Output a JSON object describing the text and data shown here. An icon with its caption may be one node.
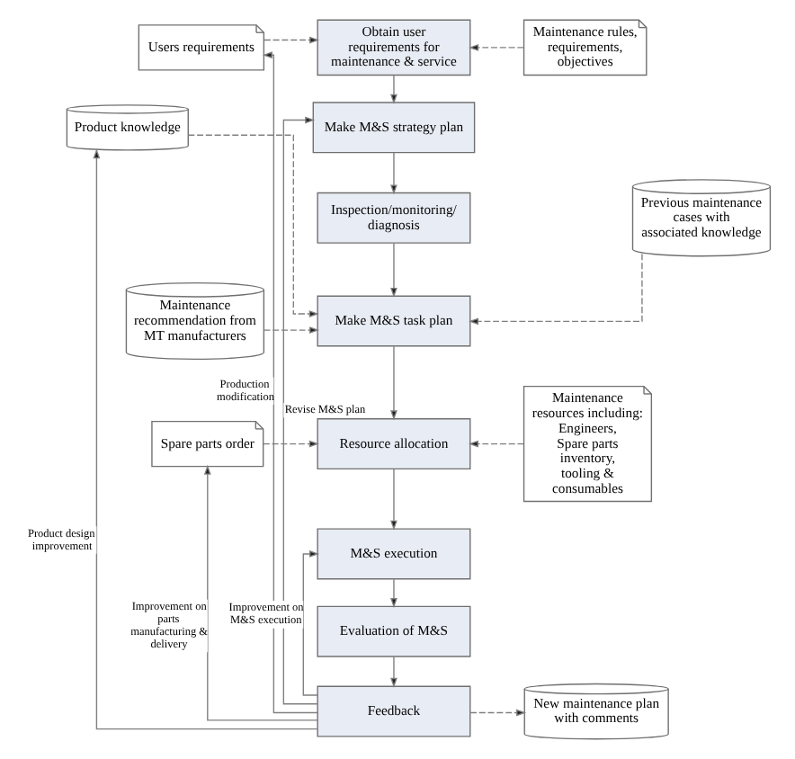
{
  "diagram": {
    "nodes": [
      {
        "text": [
          "Users requirements"
        ]
      },
      {
        "text": [
          "Obtain user requirements for maintenance & service"
        ]
      },
      {
        "text": [
          "Maintenance rules, requirements, objectives"
        ]
      },
      {
        "text": [
          "Product knowledge"
        ]
      },
      {
        "text": [
          "Make M&S strategy plan"
        ]
      },
      {
        "text": [
          "Inspection/monitoring/ diagnosis"
        ]
      },
      {
        "text": [
          "Previous maintenance cases with associated knowledge"
        ]
      },
      {
        "text": [
          "Maintenance recommendation from MT manufacturers"
        ]
      },
      {
        "text": [
          "Make M&S task plan"
        ]
      },
      {
        "text": [
          "Spare parts order"
        ]
      },
      {
        "text": [
          "Resource allocation"
        ]
      },
      {
        "text": [
          "Maintenance resources including:",
          "Engineers,",
          "Spare parts inventory,",
          "tooling & consumables"
        ]
      },
      {
        "text": [
          "M&S execution"
        ]
      },
      {
        "text": [
          "Evaluation of M&S"
        ]
      },
      {
        "text": [
          "Feedback"
        ]
      },
      {
        "text": [
          "New maintenance plan with comments"
        ]
      }
    ],
    "edges": [
      {
        "from": 0,
        "to": 1,
        "arrow": "to",
        "style": "dashed"
      },
      {
        "from": 2,
        "to": 1,
        "arrow": "to",
        "style": "dashed"
      },
      {
        "from": 1,
        "to": 4,
        "arrow": "to"
      },
      {
        "from": 14,
        "to": 0,
        "arrow": "to",
        "label": "Production modification"
      },
      {
        "from": 14,
        "to": 3,
        "arrow": "to",
        "label": "Product design improvement"
      },
      {
        "from": 14,
        "to": 4,
        "arrow": "to",
        "label": "Revise M&S plan"
      },
      {
        "from": 4,
        "to": 5,
        "arrow": "to"
      },
      {
        "from": 3,
        "to": 8,
        "arrow": "to",
        "style": "dashed"
      },
      {
        "from": 7,
        "to": 8,
        "arrow": "to",
        "style": "dashed"
      },
      {
        "from": 6,
        "to": 8,
        "arrow": "to",
        "style": "dashed"
      },
      {
        "from": 5,
        "to": 8,
        "arrow": "to"
      },
      {
        "from": 8,
        "to": 10,
        "arrow": "to"
      },
      {
        "from": 9,
        "to": 10,
        "arrow": "to",
        "style": "dashed"
      },
      {
        "from": 11,
        "to": 10,
        "arrow": "to",
        "style": "dashed"
      },
      {
        "from": 14,
        "to": 9,
        "arrow": "to",
        "label": "Improvement on parts manufacturing & delivery"
      },
      {
        "from": 10,
        "to": 12,
        "arrow": "to"
      },
      {
        "from": 14,
        "to": 12,
        "arrow": "to",
        "label": "Improvement on M&S execution"
      },
      {
        "from": 12,
        "to": 13,
        "arrow": "to"
      },
      {
        "from": 13,
        "to": 14,
        "arrow": "to"
      },
      {
        "from": 14,
        "to": 15,
        "arrow": "to",
        "style": "dashed"
      }
    ]
  }
}
